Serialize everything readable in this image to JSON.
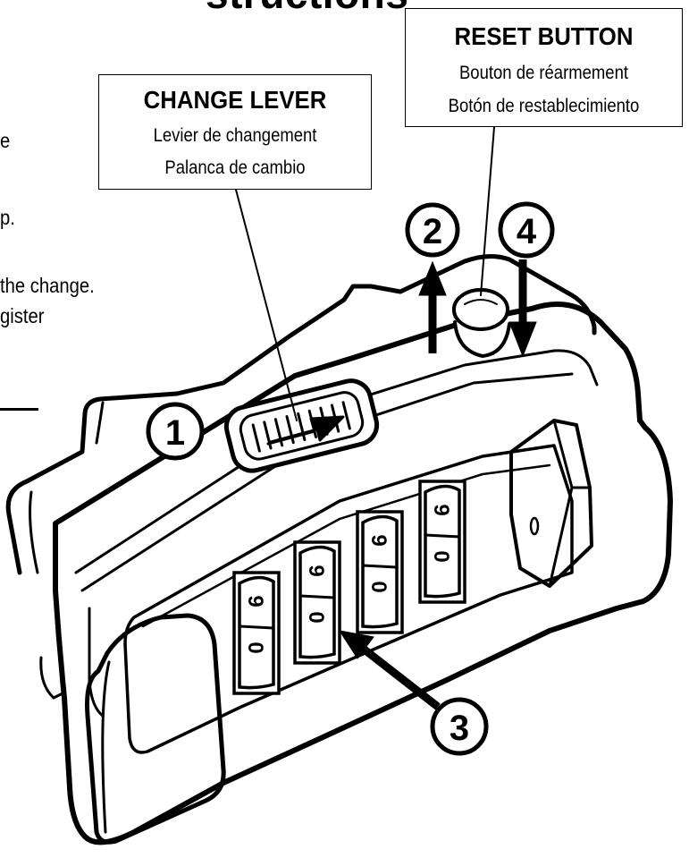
{
  "heading_fragment": "structions",
  "instruction_fragments": [
    "e",
    "p.",
    "the change.",
    "gister"
  ],
  "reset_callout": {
    "title": "RESET BUTTON",
    "line_fr": "Bouton de réarmement",
    "line_es": "Botón de restablecimiento"
  },
  "change_callout": {
    "title": "CHANGE LEVER",
    "line_fr": "Levier de changement",
    "line_es": "Palanca de cambio"
  },
  "steps": [
    "1",
    "2",
    "3",
    "4"
  ],
  "wheels": [
    {
      "top_digit": "9",
      "bottom_digit": "0"
    },
    {
      "top_digit": "9",
      "bottom_digit": "0"
    },
    {
      "top_digit": "9",
      "bottom_digit": "0"
    },
    {
      "top_digit": "9",
      "bottom_digit": "0"
    }
  ]
}
